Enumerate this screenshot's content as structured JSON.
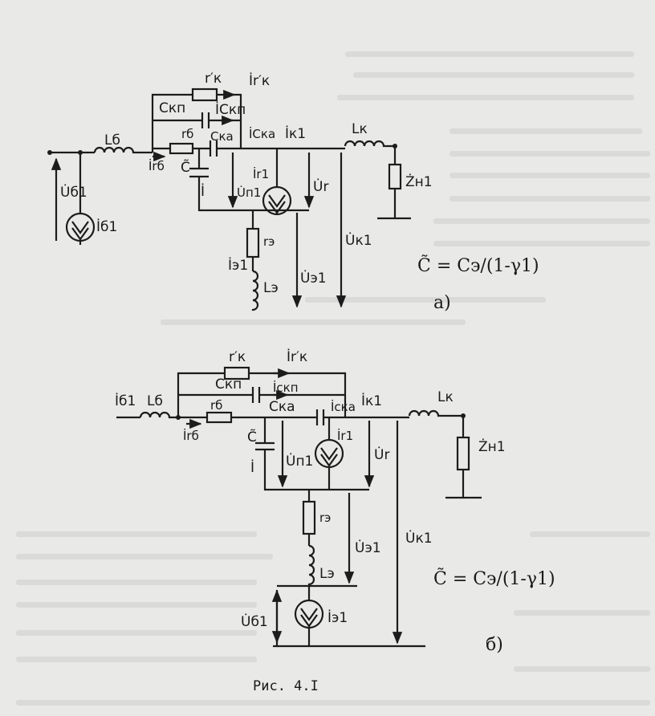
{
  "figure": {
    "caption": "Рис. 4.I",
    "a": {
      "tag": "а)",
      "formula": "C̃ = Cэ/(1-γ1)",
      "labels": {
        "r_k_prime": "r′к",
        "i_r_k_prime": "İr′к",
        "c_kp": "Cкп",
        "i_c_kp": "İCкп",
        "r_b": "rб",
        "c_ka": "Cка",
        "i_c_ka": "İCка",
        "i_k1": "İк1",
        "l_k": "Lк",
        "l_b": "Lб",
        "u_b1": "U̇б1",
        "i_b1": "İб1",
        "i_r_b": "İrб",
        "c_tilde": "C̃",
        "i_tilde": "İ",
        "i_r1": "İr1",
        "u_p1": "U̇п1",
        "u_r": "U̇r",
        "z_n1": "Żн1",
        "u_k1": "U̇к1",
        "r_e": "rэ",
        "i_e1": "İэ1",
        "u_e1": "U̇э1",
        "l_e": "Lэ"
      }
    },
    "b": {
      "tag": "б)",
      "formula": "C̃ = Cэ/(1-γ1)",
      "labels": {
        "r_k_prime": "r′к",
        "i_r_k_prime": "İr′к",
        "c_kp": "Cкп",
        "i_c_kp": "İскп",
        "r_b": "rб",
        "c_ka": "Cка",
        "i_c_ka": "İска",
        "i_k1": "İк1",
        "l_k": "Lк",
        "l_b": "Lб",
        "i_b1": "İб1",
        "i_r_b": "İrб",
        "c_tilde": "C̃",
        "i_tilde": "İ",
        "i_r1": "İr1",
        "u_p1": "U̇п1",
        "u_r": "U̇r",
        "z_n1": "Żн1",
        "u_k1": "U̇к1",
        "r_e": "rэ",
        "u_e1": "U̇э1",
        "l_e": "Lэ",
        "u_b1": "U̇б1",
        "i_e1": "İэ1"
      }
    }
  }
}
